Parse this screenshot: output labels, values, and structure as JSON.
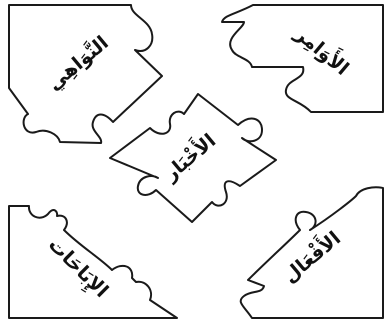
{
  "pieces": {
    "top_left": {
      "label": "النَّوَاهِي"
    },
    "top_right": {
      "label": "الأَوَامِر"
    },
    "center": {
      "label": "الأَخْبَار"
    },
    "bottom_left": {
      "label": "الإِبَاحَات"
    },
    "bottom_right": {
      "label": "الأَفْعَال"
    }
  },
  "colors": {
    "stroke": "#1a1a1a",
    "fill": "#ffffff"
  }
}
